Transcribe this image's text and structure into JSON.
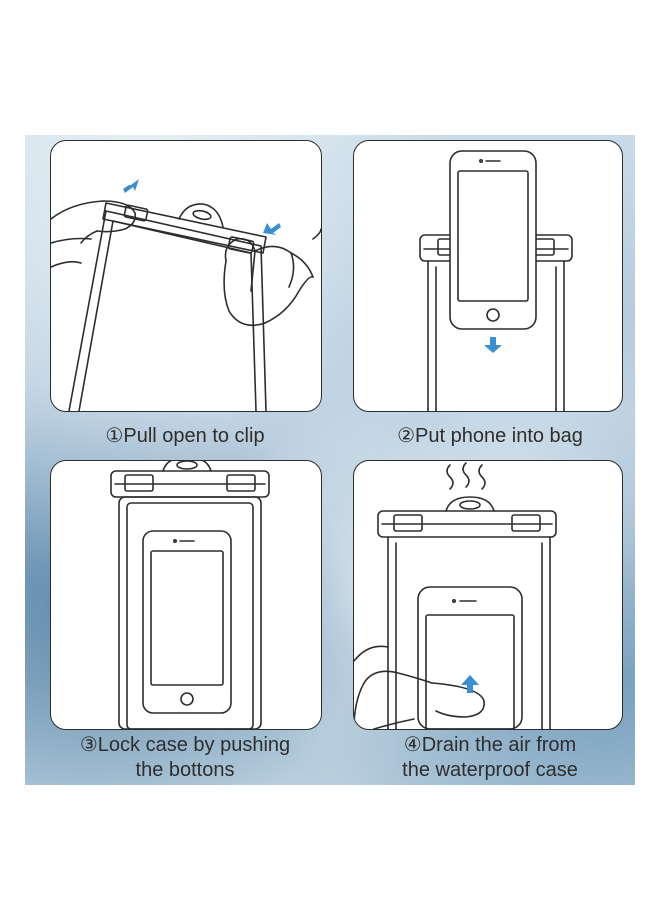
{
  "steps": [
    {
      "number": "①",
      "caption": "Pull open to clip"
    },
    {
      "number": "②",
      "caption": "Put phone into bag"
    },
    {
      "number": "③",
      "caption_line1": "Lock case by pushing",
      "caption_line2": "the bottons"
    },
    {
      "number": "④",
      "caption_line1": "Drain the air from",
      "caption_line2": "the waterproof case"
    }
  ],
  "colors": {
    "line": "#2d2d2d",
    "arrow": "#3b8ed0",
    "caption_text": "#2e2e2e",
    "water_light": "#c9dbe8",
    "water_dark": "#8fb0c9"
  },
  "icons": [
    "up-arrow-icon",
    "down-arrow-icon",
    "air-waves-icon"
  ]
}
